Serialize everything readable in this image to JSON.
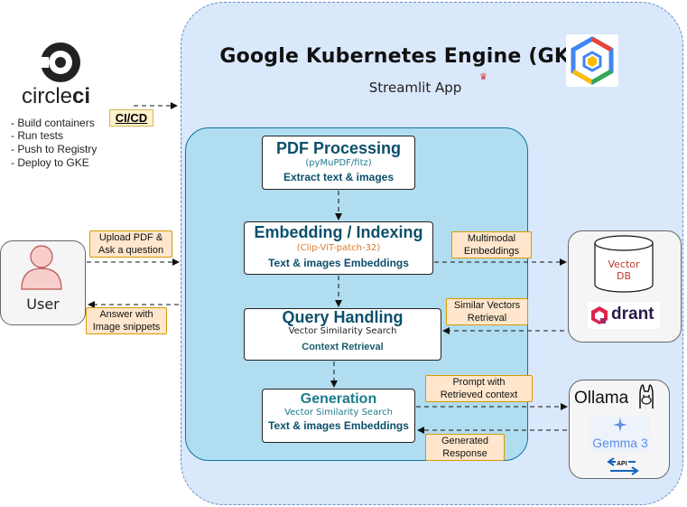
{
  "gke": {
    "title": "Google Kubernetes Engine (GKE)",
    "subtitle": "Streamlit App",
    "crown_glyph": "♛"
  },
  "ci": {
    "brand_prefix": "circle",
    "brand_suffix": "ci",
    "tasks": [
      "- Build containers",
      "- Run tests",
      "- Push to Registry",
      "- Deploy to GKE"
    ],
    "cicd_label": "CI/CD"
  },
  "user": {
    "label": "User"
  },
  "user_notes": {
    "upload": [
      "Upload PDF &",
      "Ask a question"
    ],
    "answer": [
      "Answer with",
      "Image snippets"
    ]
  },
  "steps": {
    "pdf": {
      "title": "PDF Processing",
      "sub": "(pyMuPDF/fitz)",
      "desc": "Extract text & images"
    },
    "embed": {
      "title": "Embedding / Indexing",
      "sub": "(Clip-ViT-patch-32)",
      "desc": "Text & images Embeddings"
    },
    "query": {
      "title": "Query Handling",
      "sub": "Vector Similarity Search",
      "desc": "Context Retrieval"
    },
    "gen": {
      "title": "Generation",
      "sub": "Vector Similarity Search",
      "desc": "Text & images Embeddings"
    }
  },
  "edge_notes": {
    "multimodal": [
      "Multimodal",
      "Embeddings"
    ],
    "similar": [
      "Similar Vectors",
      "Retrieval"
    ],
    "prompt": [
      "Prompt with",
      "Retrieved context"
    ],
    "generated": [
      "Generated",
      "Response"
    ]
  },
  "vector_db": {
    "label_line1": "Vector",
    "label_line2": "DB",
    "brand": "drant",
    "brand_initial": "Q"
  },
  "ollama": {
    "label": "Ollama",
    "model": "Gemma 3",
    "api_label": "API"
  },
  "colors": {
    "gke_fill": "#dae8fc",
    "streamlit_fill": "#b1ddf0",
    "note_fill": "#ffe6cc",
    "step_title": "#0b4f6c",
    "vector_db_red": "#c0392b",
    "qdrant_pink": "#dc244c",
    "gemma_blue": "#5b8ee6"
  }
}
